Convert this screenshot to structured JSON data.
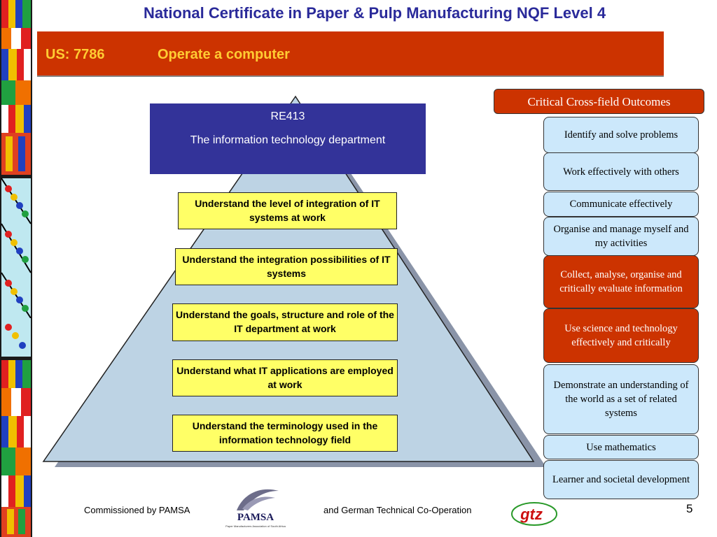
{
  "title": "National Certificate in Paper & Pulp Manufacturing NQF Level 4",
  "banner": {
    "code": "US: 7786",
    "name": "Operate a computer"
  },
  "top_box": {
    "code": "RE413",
    "description": "The information technology department"
  },
  "levels": [
    "Understand the level of integration of IT systems at work",
    "Understand the integration possibilities of IT systems",
    "Understand the goals, structure and role of the IT department at work",
    "Understand what IT applications are employed at work",
    "Understand the terminology used in the information technology field"
  ],
  "cco": {
    "title": "Critical Cross-field Outcomes",
    "items": [
      {
        "label": "Identify and solve problems",
        "style": "blue"
      },
      {
        "label": "Work effectively with others",
        "style": "blue"
      },
      {
        "label": "Communicate effectively",
        "style": "blue"
      },
      {
        "label": "Organise and manage myself and my activities",
        "style": "blue"
      },
      {
        "label": "Collect, analyse, organise and critically evaluate information",
        "style": "red"
      },
      {
        "label": "Use science and technology effectively and critically",
        "style": "red"
      },
      {
        "label": "Demonstrate an understanding of the world as a set of related systems",
        "style": "blue"
      },
      {
        "label": "Use mathematics",
        "style": "blue"
      },
      {
        "label": "Learner and societal development",
        "style": "blue"
      }
    ]
  },
  "footer": {
    "left": "Commissioned by PAMSA",
    "middle": "and German Technical Co-Operation",
    "page_number": "5",
    "pamsa_logo_text": "PAMSA",
    "pamsa_logo_sub": "Paper Manufacturers Association of South Africa",
    "gtz_logo_text": "gtz"
  },
  "colors": {
    "title": "#2a2a9a",
    "banner": "#cc3300",
    "banner_text": "#ffcc33",
    "top_box": "#333399",
    "pyramid": "#bdd3e4",
    "level_box": "#ffff66",
    "cco_blue": "#cce8fb",
    "cco_red": "#cc3300"
  }
}
